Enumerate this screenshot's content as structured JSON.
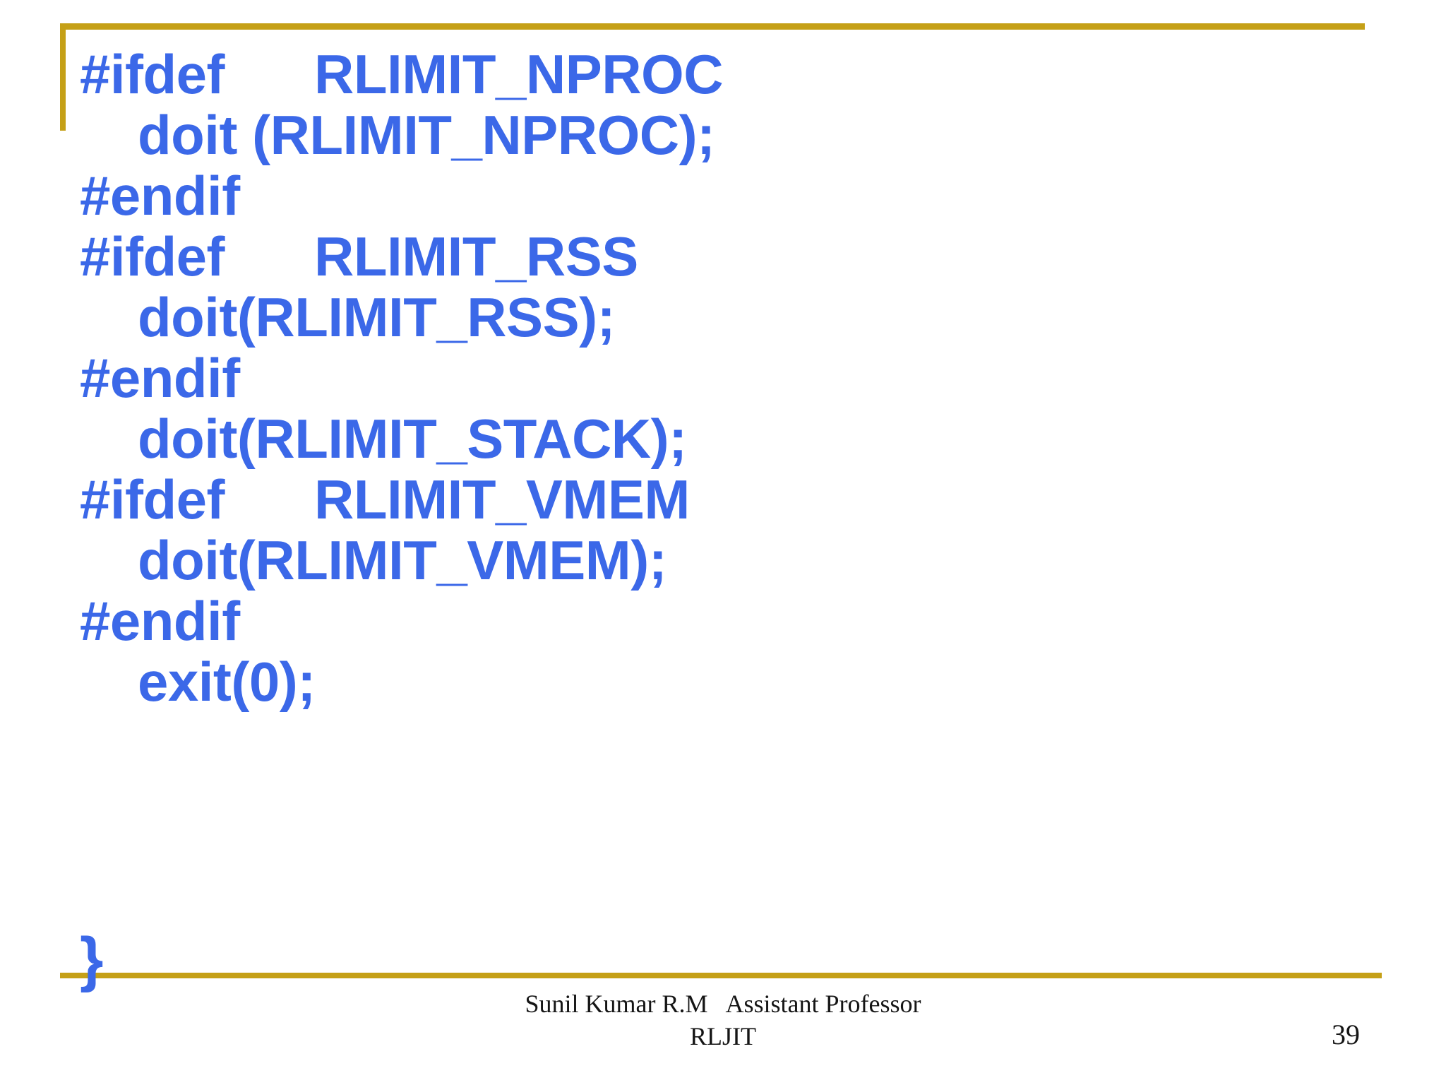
{
  "slide": {
    "background_color": "#ffffff",
    "accent_rule_color": "#C5A017",
    "code_color": "#3B68E8",
    "footer_color": "#151515"
  },
  "code": {
    "lines": [
      {
        "id": "line-1",
        "text": "#ifdef      RLIMIT_NPROC",
        "indent": false
      },
      {
        "id": "line-2",
        "text": "doit (RLIMIT_NPROC);",
        "indent": true
      },
      {
        "id": "line-3",
        "text": "#endif",
        "indent": false
      },
      {
        "id": "line-4",
        "text": "#ifdef      RLIMIT_RSS",
        "indent": false
      },
      {
        "id": "line-5",
        "text": "doit(RLIMIT_RSS);",
        "indent": true
      },
      {
        "id": "line-6",
        "text": "#endif",
        "indent": false
      },
      {
        "id": "line-7",
        "text": "doit(RLIMIT_STACK);",
        "indent": true
      },
      {
        "id": "line-8",
        "text": "#ifdef      RLIMIT_VMEM",
        "indent": false
      },
      {
        "id": "line-9",
        "text": "doit(RLIMIT_VMEM);",
        "indent": true
      },
      {
        "id": "line-10",
        "text": "#endif",
        "indent": false
      },
      {
        "id": "line-11",
        "text": "exit(0);",
        "indent": true
      }
    ],
    "closing_brace": "}"
  },
  "footer": {
    "line1": "Sunil Kumar R.M   Assistant Professor",
    "line2": "RLJIT",
    "page_number": "39"
  }
}
